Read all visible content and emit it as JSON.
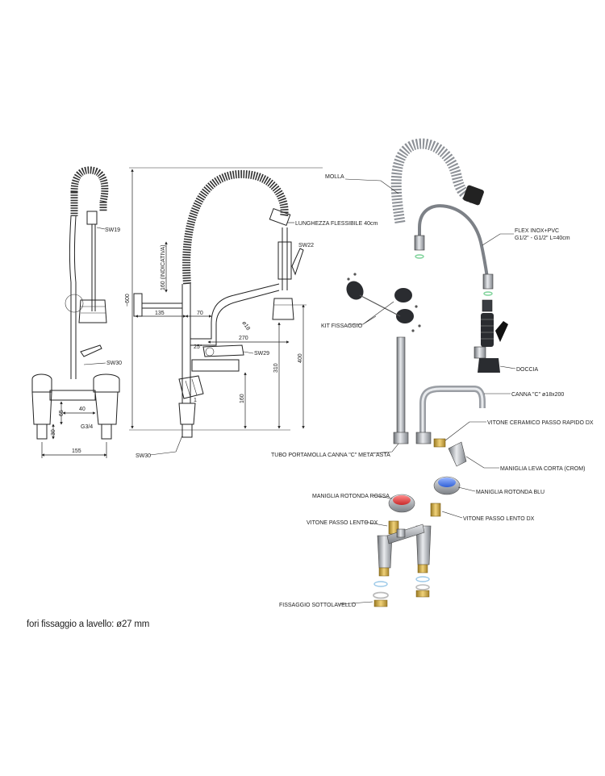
{
  "dimensions": {
    "sw19": "SW19",
    "sw22": "SW22",
    "sw29": "SW29",
    "sw30_side": "SW30",
    "sw30_front": "SW30",
    "lunghezza": "LUNGHEZZA FLESSIBILE 40cm",
    "indicativa": "160 (INDICATIVA)",
    "h600": "~600",
    "d135": "135",
    "d70": "70",
    "d270": "270",
    "d18": "ø18",
    "a25": "25°",
    "h400": "400",
    "h310": "310",
    "h160": "160",
    "d40": "40",
    "h65": "65",
    "h30": "30",
    "g34": "G3/4",
    "d155": "155"
  },
  "parts": {
    "molla": "MOLLA",
    "flex": "FLEX INOX+PVC",
    "flex2": "G1/2\" - G1/2\" L=40cm",
    "kit": "KIT FISSAGGIO",
    "doccia": "DOCCIA",
    "canna": "CANNA \"C\" ø18x200",
    "vitone_ceramico": "VITONE CERAMICO PASSO RAPIDO DX",
    "tubo": "TUBO PORTAMOLLA CANNA \"C\" META' ASTA",
    "maniglia_leva": "MANIGLIA LEVA CORTA (CROM)",
    "maniglia_rossa": "MANIGLIA ROTONDA ROSSA",
    "maniglia_blu": "MANIGLIA ROTONDA BLU",
    "vitone_lento_sx": "VITONE PASSO LENTO DX",
    "vitone_lento_dx": "VITONE PASSO LENTO DX",
    "fissaggio": "FISSAGGIO SOTTOLAVELLO"
  },
  "footnote": "fori fissaggio a lavello: ø27 mm",
  "colors": {
    "red_handle": "#d63a3a",
    "blue_handle": "#2f5fd6",
    "brass": "#c9a23a",
    "washer": "#7fd39a"
  }
}
